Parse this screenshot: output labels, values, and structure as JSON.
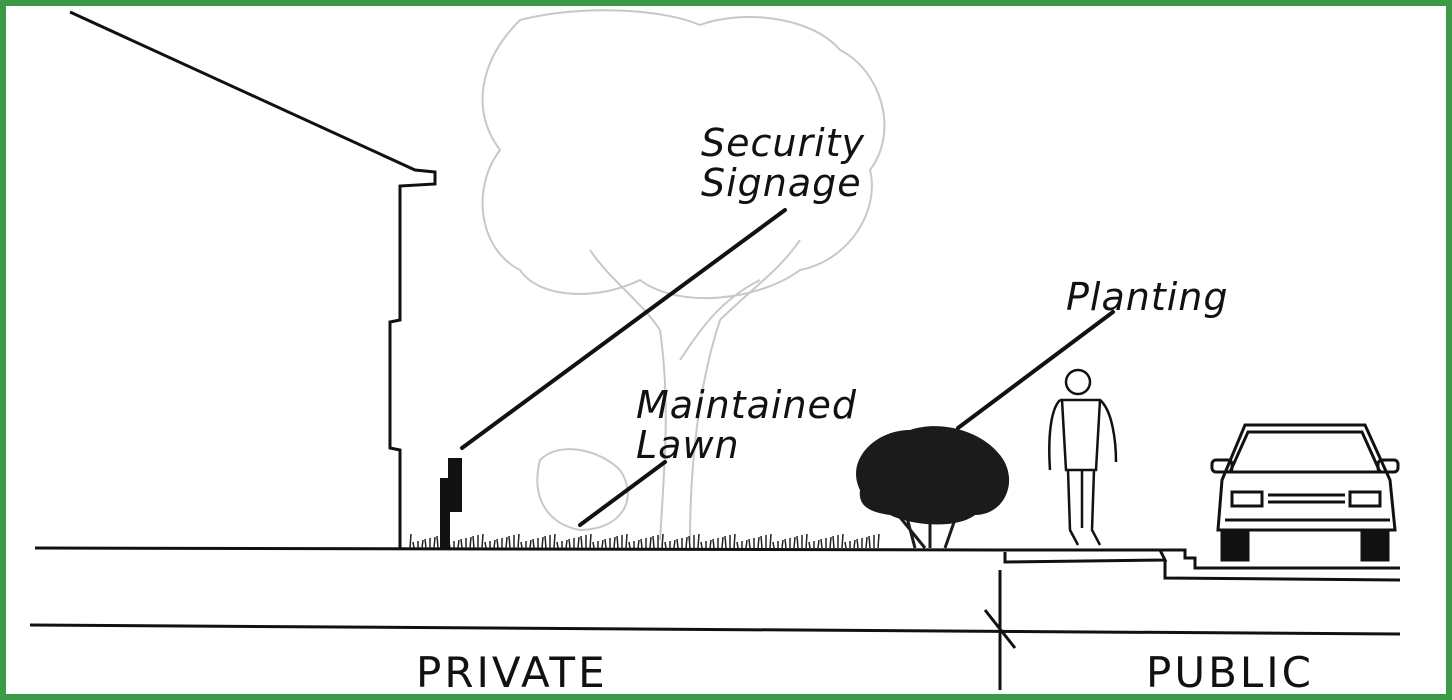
{
  "labels": {
    "security_line1": "Security",
    "security_line2": "Signage",
    "lawn_line1": "Maintained",
    "lawn_line2": "Lawn",
    "planting": "Planting",
    "private": "PRIVATE",
    "public": "PUBLIC"
  },
  "colors": {
    "border": "#3a9a47",
    "ink": "#111111",
    "tree_sketch": "#c8c8c8"
  },
  "icons": [
    "house-outline",
    "tree-sketch-icon",
    "sign-post-icon",
    "shrub-icon",
    "person-icon",
    "car-icon"
  ]
}
